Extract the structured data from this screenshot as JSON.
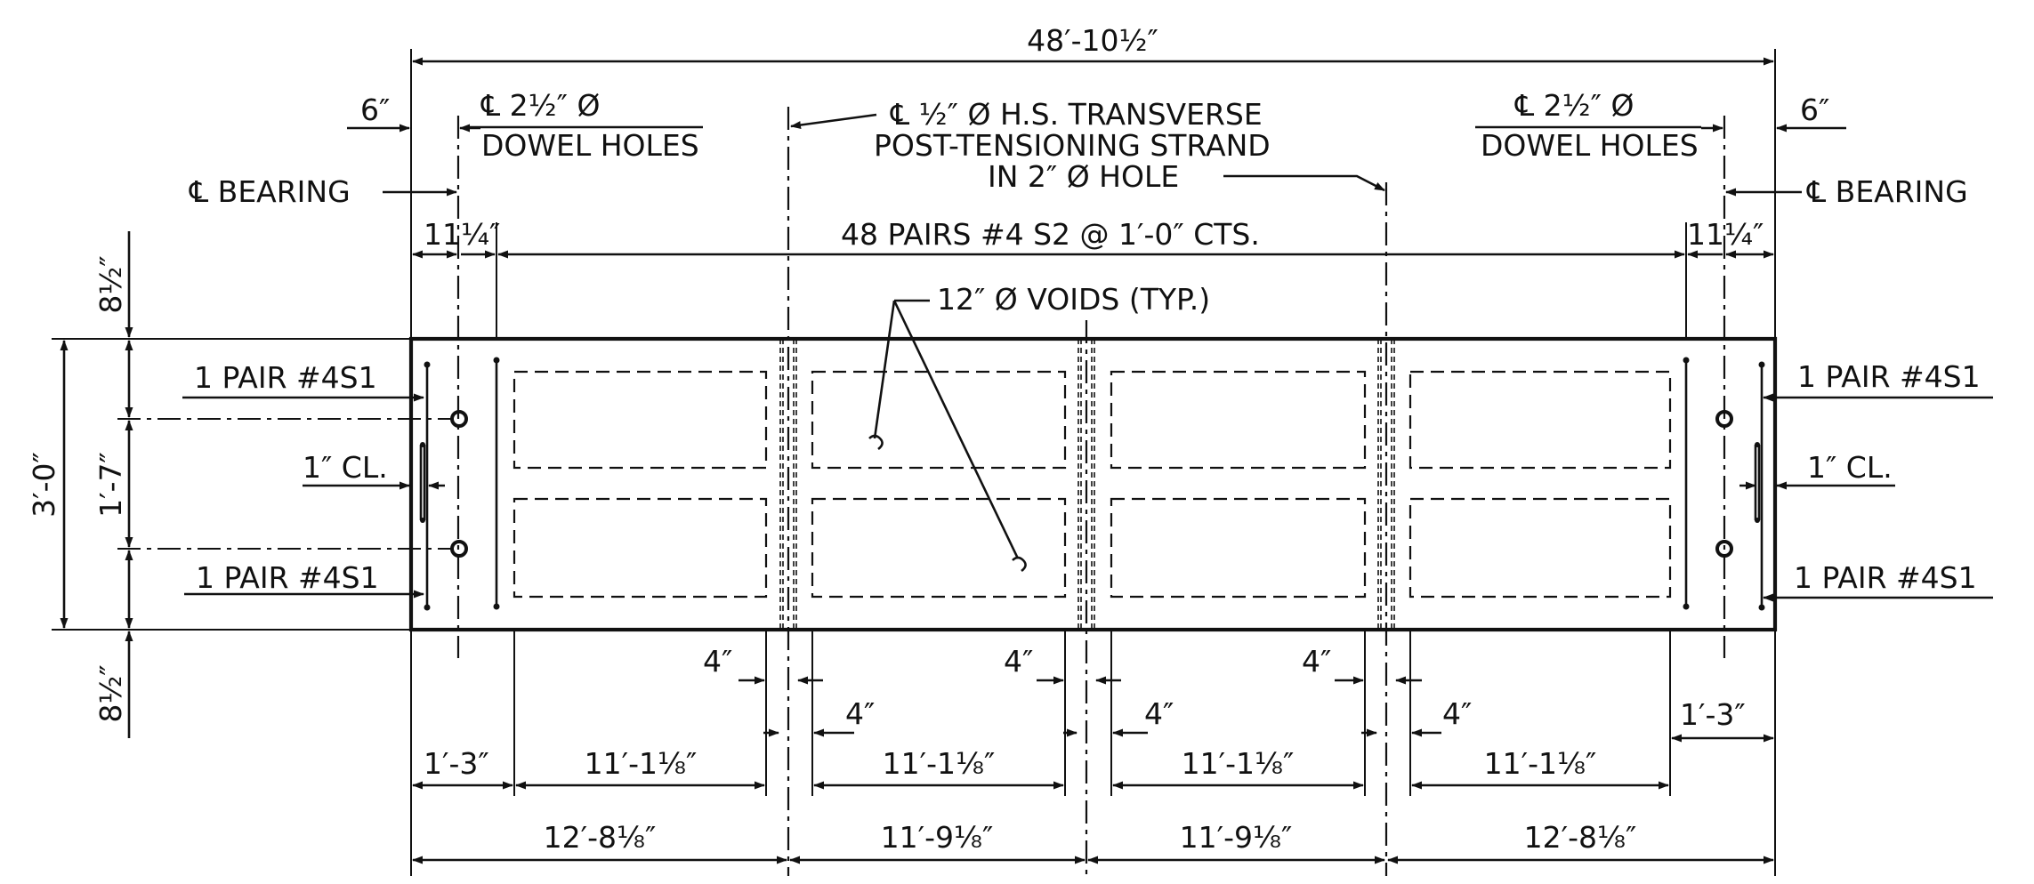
{
  "overall": {
    "length": "48′-10½″"
  },
  "top_left": {
    "edge_to_dowel": "6″",
    "dowel_label_line1": "℄ 2½″ Ø",
    "dowel_label_line2": "DOWEL HOLES",
    "bearing": "℄ BEARING",
    "end_spacing": "11¼″"
  },
  "top_right": {
    "edge_to_dowel": "6″",
    "dowel_label_line1": "℄ 2½″ Ø",
    "dowel_label_line2": "DOWEL HOLES",
    "bearing": "℄ BEARING",
    "end_spacing": "11¼″"
  },
  "strand": {
    "line1": "℄ ½″ Ø H.S. TRANSVERSE",
    "line2": "POST-TENSIONING STRAND",
    "line3": "IN 2″ Ø HOLE"
  },
  "stirrups": "48 PAIRS #4 S2 @ 1′-0″ CTS.",
  "voids_note": "12″ Ø VOIDS (TYP.)",
  "left_side": {
    "top_cover": "8½″",
    "bottom_cover": "8½″",
    "depth": "3′-0″",
    "dowel_spacing": "1′-7″",
    "bar_top": "1 PAIR #4S1",
    "bar_bottom": "1 PAIR #4S1",
    "clear": "1″ CL."
  },
  "right_side": {
    "bar_top": "1 PAIR #4S1",
    "bar_bottom": "1 PAIR #4S1",
    "clear": "1″ CL."
  },
  "diaphragm_widths": [
    "4″",
    "4″",
    "4″",
    "4″",
    "4″",
    "4″"
  ],
  "end_block_left": "1′-3″",
  "end_block_right": "1′-3″",
  "void_lengths": [
    "11′-1⅛″",
    "11′-1⅛″",
    "11′-1⅛″",
    "11′-1⅛″"
  ],
  "segment_lengths": [
    "12′-8⅛″",
    "11′-9⅛″",
    "11′-9⅛″",
    "12′-8⅛″"
  ]
}
